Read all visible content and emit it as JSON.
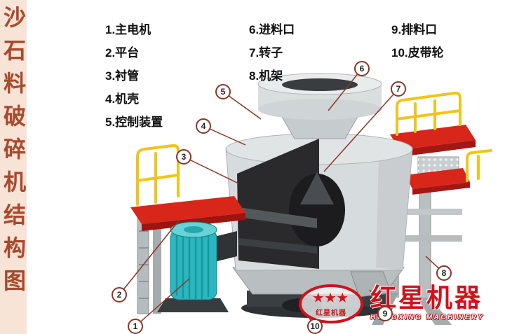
{
  "sidebar": {
    "title": "沙石料破碎机结构图"
  },
  "legend": {
    "col1": [
      "1.主电机",
      "2.平台",
      "3.衬管",
      "4.机壳",
      "5.控制装置"
    ],
    "col2": [
      "6.进料口",
      "7.转子",
      "8.机架"
    ],
    "col3": [
      "9.排料口",
      "10.皮带轮"
    ]
  },
  "callouts": [
    "1",
    "2",
    "3",
    "4",
    "5",
    "6",
    "7",
    "8",
    "9",
    "10"
  ],
  "logo": {
    "brand_cn": "红星机器",
    "brand_en": "HONGXING MACHINERY",
    "stars": "★★★"
  },
  "colors": {
    "accent_red": "#d0121b",
    "title_brown": "#a8492c",
    "sidebar_bg": "#f8e3d7",
    "callout_line": "#8b3626",
    "motor_cyan": "#2ab7bf",
    "platform_red": "#d8261b",
    "railing_yellow": "#f2c419"
  }
}
